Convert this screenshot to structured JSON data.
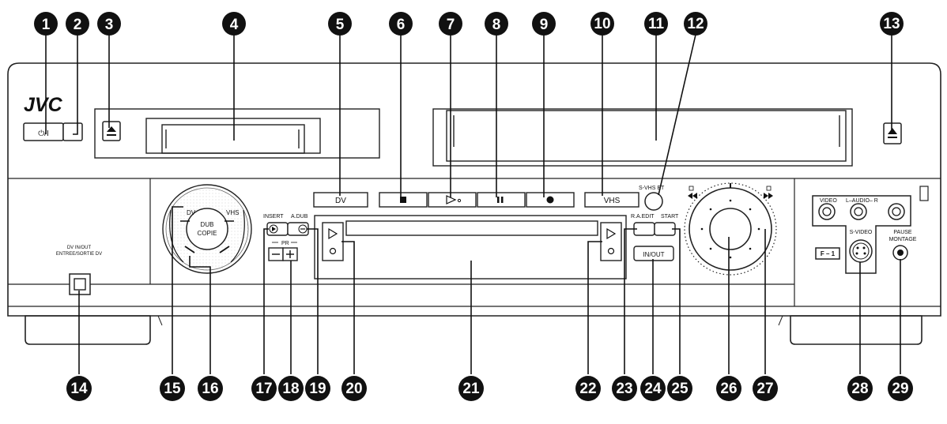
{
  "brand": "JVC",
  "panel": {
    "dv_button": "DV",
    "vhs_button": "VHS",
    "svhs_et": "S-VHS ET",
    "dub_line1": "DUB",
    "dub_line2": "COPIE",
    "dial_dv": "DV",
    "dial_vhs": "VHS",
    "insert": "INSERT",
    "adub": "A.DUB",
    "pr": "PR",
    "ra_edit": "R.A.EDIT",
    "start": "START",
    "in_out": "IN/OUT",
    "dv_in_out_line1": "DV IN/OUT",
    "dv_in_out_line2": "ENTREE/SORTIE DV",
    "video": "VIDEO",
    "audio": "L–AUDIO– R",
    "s_video": "S-VIDEO",
    "f1": "F – 1",
    "pause_line1": "PAUSE",
    "pause_line2": "MONTAGE",
    "power_label": "⏻/I"
  },
  "callouts": [
    "1",
    "2",
    "3",
    "4",
    "5",
    "6",
    "7",
    "8",
    "9",
    "10",
    "11",
    "12",
    "13",
    "14",
    "15",
    "16",
    "17",
    "18",
    "19",
    "20",
    "21",
    "22",
    "23",
    "24",
    "25",
    "26",
    "27",
    "28",
    "29"
  ],
  "icons": {
    "eject": "eject-icon",
    "stop": "stop-icon",
    "play": "play-icon",
    "pause": "pause-icon",
    "record": "record-icon",
    "rewind": "rewind-icon",
    "fast_forward": "fast-forward-icon"
  }
}
